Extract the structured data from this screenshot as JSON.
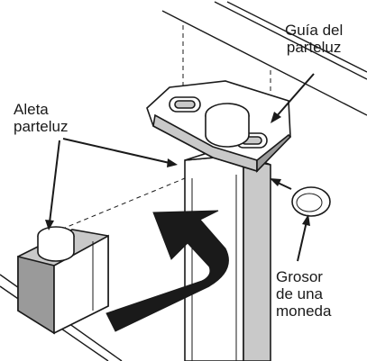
{
  "labels": {
    "mullion_guide": [
      "Guía del",
      "parteluz"
    ],
    "mullion_flap": [
      "Aleta",
      "parteluz"
    ],
    "coin_thickness": [
      "Grosor",
      "de una",
      "moneda"
    ]
  },
  "colors": {
    "line": "#1a1a1a",
    "fill": "#ffffff",
    "shade": "#c9c9c9",
    "shade_dark": "#9a9a9a",
    "arrow": "#1a1a1a"
  },
  "icons": [
    "coin-icon"
  ]
}
